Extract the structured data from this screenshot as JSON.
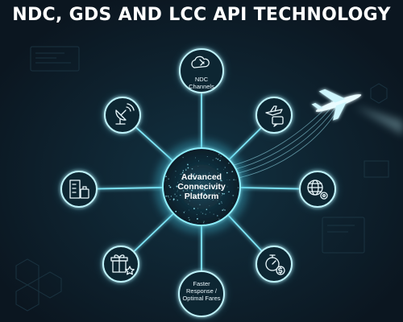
{
  "title": "NDC, GDS AND LCC API TECHNOLOGY",
  "hub": {
    "lines": [
      "Advanced",
      "Connecivity",
      "Platform"
    ]
  },
  "nodes": {
    "top": {
      "lines": [
        "NDC",
        "Channels"
      ],
      "icon": "cloud-satellite-icon"
    },
    "top_right": {
      "icon": "airplane-chat-icon"
    },
    "right": {
      "icon": "globe-gear-icon"
    },
    "bottom_right": {
      "icon": "stopwatch-dollar-icon"
    },
    "bottom": {
      "lines": [
        "Faster",
        "Response /",
        "Optimal Fares"
      ]
    },
    "bottom_left": {
      "icon": "gift-star-icon"
    },
    "left": {
      "icon": "hotel-luggage-icon"
    },
    "top_left": {
      "icon": "satellite-dish-icon"
    }
  },
  "colors": {
    "background": "#0b1620",
    "glow": "#5ad8f0",
    "line": "#7fe6f7",
    "text": "#ffffff"
  }
}
